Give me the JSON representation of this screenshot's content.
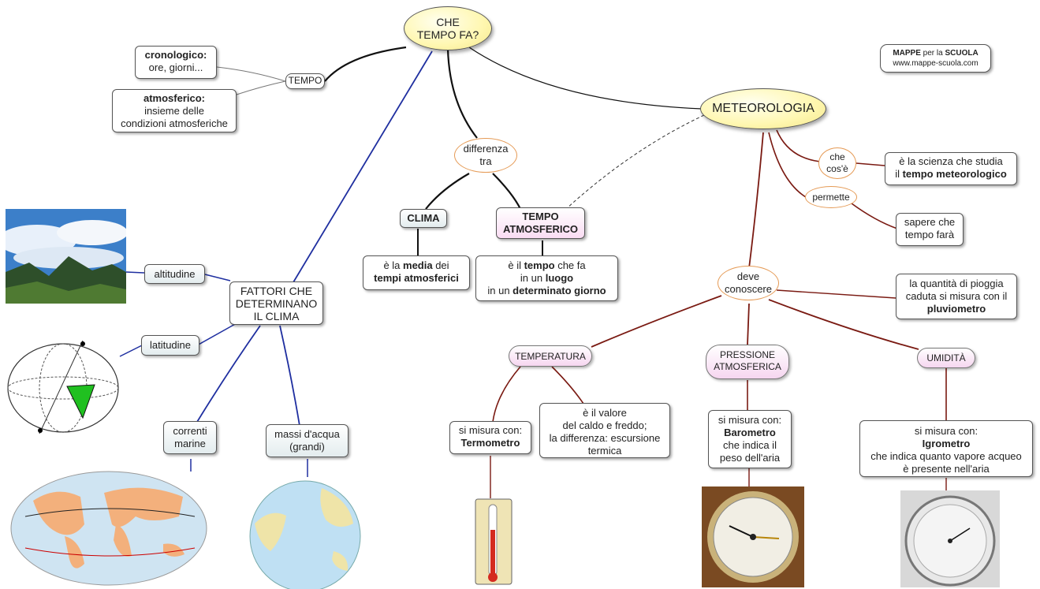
{
  "title": {
    "line1": "CHE",
    "line2": "TEMPO FA?"
  },
  "credit": {
    "brand_bold1": "MAPPE",
    "brand_mid": " per la ",
    "brand_bold2": "SCUOLA",
    "url": "www.mappe-scuola.com"
  },
  "tempo": {
    "label": "TEMPO",
    "cronologico": {
      "term": "cronologico:",
      "desc": "ore, giorni..."
    },
    "atmosferico": {
      "term": "atmosferico:",
      "desc1": "insieme delle",
      "desc2": "condizioni atmosferiche"
    }
  },
  "differenza": {
    "line1": "differenza",
    "line2": "tra"
  },
  "clima": {
    "label": "CLIMA",
    "def_pre": "è la ",
    "def_bold": "media",
    "def_post": " dei",
    "def_line2": "tempi atmosferici"
  },
  "tempo_atmosferico": {
    "line1": "TEMPO",
    "line2": "ATMOSFERICO",
    "def1_pre": "è il ",
    "def1_bold": "tempo",
    "def1_post": " che fa",
    "def2_pre": "in un ",
    "def2_bold": "luogo",
    "def3_pre": "in un ",
    "def3_bold": "determinato giorno"
  },
  "meteorologia": {
    "label": "METEOROLOGIA",
    "che_cose": {
      "line1": "che",
      "line2": "cos'è"
    },
    "scienza": {
      "line1": "è la scienza che studia",
      "line2_pre": "il ",
      "line2_bold": "tempo meteorologico"
    },
    "permette": "permette",
    "sapere": {
      "line1": "sapere che",
      "line2": "tempo farà"
    },
    "deve": {
      "line1": "deve",
      "line2": "conoscere"
    },
    "pioggia": {
      "line1": "la quantità di pioggia",
      "line2": "caduta si misura con il",
      "line3": "pluviometro"
    }
  },
  "temperatura": {
    "label": "TEMPERATURA",
    "misura": {
      "line1": "si misura con:",
      "line2": "Termometro"
    },
    "valore": {
      "line1": "è il valore",
      "line2": "del caldo e freddo;",
      "line3": "la differenza: escursione",
      "line4": "termica"
    }
  },
  "pressione": {
    "line1": "PRESSIONE",
    "line2": "ATMOSFERICA",
    "misura": {
      "line1": "si misura con:",
      "line2": "Barometro",
      "line3": "che indica il",
      "line4": "peso dell'aria"
    }
  },
  "umidita": {
    "label": "UMIDITÀ",
    "misura": {
      "line1": "si misura con:",
      "line2": "Igrometro",
      "line3": "che indica quanto vapore acqueo",
      "line4": "è presente nell'aria"
    }
  },
  "fattori": {
    "line1": "FATTORI CHE",
    "line2": "DETERMINANO",
    "line3": "IL CLIMA",
    "altitudine": "altitudine",
    "latitudine": "latitudine",
    "correnti": {
      "line1": "correnti",
      "line2": "marine"
    },
    "masse": {
      "line1": "massi d'acqua",
      "line2": "(grandi)"
    }
  },
  "colors": {
    "blue_link": "#1f2fa0",
    "brown_link": "#7a1a12",
    "black_link": "#111111",
    "title_fill": "#fff7b0"
  }
}
